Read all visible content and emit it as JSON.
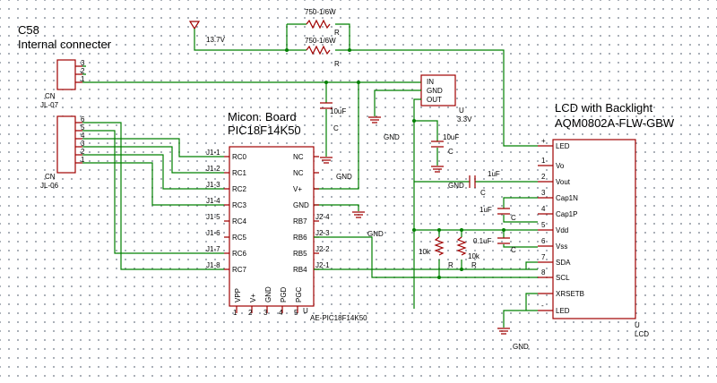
{
  "connector": {
    "title": "C58",
    "subtitle": "Internal connecter",
    "cn_top": {
      "ref": "CN",
      "name": "JL-07",
      "pins": [
        "3",
        "2",
        "1"
      ]
    },
    "cn_bot": {
      "ref": "CN",
      "name": "JL-06",
      "pins": [
        "6",
        "5",
        "4",
        "3",
        "2",
        "1"
      ]
    }
  },
  "power": {
    "rail": "13.7V",
    "r1": "750-1/6W",
    "r2": "750-1/6W",
    "r_label": "R"
  },
  "regulator": {
    "pin_in": "IN",
    "pin_gnd": "GND",
    "pin_out": "OUT",
    "ref": "U",
    "value": "3.3V"
  },
  "caps": {
    "c1": "10uF",
    "c2": "10uF",
    "c3": "1uF",
    "c4": "1uF",
    "c5": "0.1uF",
    "c_label": "C"
  },
  "resistors": {
    "r3": "10k",
    "r4": "10k",
    "r_label": "R"
  },
  "mcu": {
    "title1": "Micon. Board",
    "title2": "PIC18F14K50",
    "ref": "U",
    "part": "AE-PIC18F14K50",
    "left_pins": [
      "RC0",
      "RC1",
      "RC2",
      "RC3",
      "RC4",
      "RC5",
      "RC6",
      "RC7"
    ],
    "left_nets": [
      "J1-1",
      "J1-2",
      "J1-3",
      "J1-4",
      "J1-5",
      "J1-6",
      "J1-7",
      "J1-8"
    ],
    "right_pins": [
      "NC",
      "NC",
      "V+",
      "GND",
      "RB7",
      "RB6",
      "RB5",
      "RB4"
    ],
    "right_nets": [
      "",
      "",
      "",
      "",
      "J2-4",
      "J2-3",
      "J2-2",
      "J2-1"
    ],
    "bottom_pins": [
      "VPP",
      "V+",
      "GND",
      "PGD",
      "PGC"
    ],
    "bottom_nums": [
      "1",
      "2",
      "3",
      "4",
      "5"
    ]
  },
  "lcd": {
    "title1": "LCD with Backlight",
    "title2": "AQM0802A-FLW-GBW",
    "ref": "U",
    "name": "LCD",
    "pins": [
      "LED",
      "Vo",
      "Vout",
      "Cap1N",
      "Cap1P",
      "Vdd",
      "Vss",
      "SDA",
      "SCL",
      "XRSETB",
      "LED"
    ],
    "nums": [
      "+",
      "1",
      "2",
      "3",
      "4",
      "5",
      "6",
      "7",
      "8",
      "",
      "-"
    ]
  },
  "gnd_label": "GND"
}
